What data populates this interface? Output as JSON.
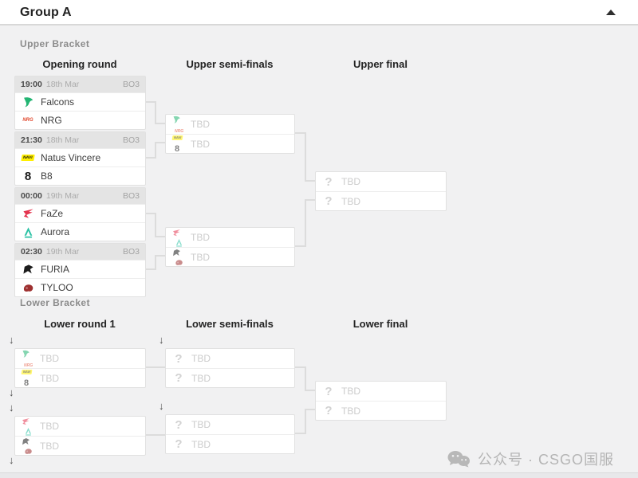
{
  "header": {
    "title": "Group A",
    "collapse_icon": "caret-up-icon"
  },
  "team_colors": {
    "falcons": "#23b573",
    "nrg": "#e1492f",
    "navi": "#ffef00",
    "b8": "#1a1a1a",
    "faze": "#e4354f",
    "aurora": "#2cc2a5",
    "furia": "#1c1c1c",
    "tyloo": "#9e3030",
    "tbd_text": "#cccccc",
    "connector": "#dcdcdc"
  },
  "upper_bracket": {
    "label": "Upper Bracket",
    "columns": [
      "Opening round",
      "Upper semi-finals",
      "Upper final"
    ],
    "opening_round": [
      {
        "time": "19:00",
        "date": "18th Mar",
        "format": "BO3",
        "teams": [
          {
            "name": "Falcons",
            "icon": "falcons-icon"
          },
          {
            "name": "NRG",
            "icon": "nrg-icon"
          }
        ]
      },
      {
        "time": "21:30",
        "date": "18th Mar",
        "format": "BO3",
        "teams": [
          {
            "name": "Natus Vincere",
            "icon": "navi-icon"
          },
          {
            "name": "B8",
            "icon": "b8-icon"
          }
        ]
      },
      {
        "time": "00:00",
        "date": "19th Mar",
        "format": "BO3",
        "teams": [
          {
            "name": "FaZe",
            "icon": "faze-icon"
          },
          {
            "name": "Aurora",
            "icon": "aurora-icon"
          }
        ]
      },
      {
        "time": "02:30",
        "date": "19th Mar",
        "format": "BO3",
        "teams": [
          {
            "name": "FURIA",
            "icon": "furia-icon"
          },
          {
            "name": "TYLOO",
            "icon": "tyloo-icon"
          }
        ]
      }
    ],
    "semi_finals": [
      {
        "teams": [
          {
            "name": "TBD",
            "possible": [
              "falcons-icon",
              "nrg-icon"
            ]
          },
          {
            "name": "TBD",
            "possible": [
              "navi-icon",
              "b8-icon"
            ]
          }
        ]
      },
      {
        "teams": [
          {
            "name": "TBD",
            "possible": [
              "faze-icon",
              "aurora-icon"
            ]
          },
          {
            "name": "TBD",
            "possible": [
              "furia-icon",
              "tyloo-icon"
            ]
          }
        ]
      }
    ],
    "final": {
      "teams": [
        {
          "name": "TBD",
          "icon": "unknown-team-icon"
        },
        {
          "name": "TBD",
          "icon": "unknown-team-icon"
        }
      ]
    }
  },
  "lower_bracket": {
    "label": "Lower Bracket",
    "columns": [
      "Lower round 1",
      "Lower semi-finals",
      "Lower final"
    ],
    "round1": [
      {
        "teams": [
          {
            "name": "TBD",
            "possible": [
              "falcons-icon",
              "nrg-icon"
            ]
          },
          {
            "name": "TBD",
            "possible": [
              "navi-icon",
              "b8-icon"
            ]
          }
        ]
      },
      {
        "teams": [
          {
            "name": "TBD",
            "possible": [
              "faze-icon",
              "aurora-icon"
            ]
          },
          {
            "name": "TBD",
            "possible": [
              "furia-icon",
              "tyloo-icon"
            ]
          }
        ]
      }
    ],
    "semi_finals": [
      {
        "teams": [
          {
            "name": "TBD",
            "icon": "unknown-team-icon"
          },
          {
            "name": "TBD",
            "icon": "unknown-team-icon"
          }
        ]
      },
      {
        "teams": [
          {
            "name": "TBD",
            "icon": "unknown-team-icon"
          },
          {
            "name": "TBD",
            "icon": "unknown-team-icon"
          }
        ]
      }
    ],
    "final": {
      "teams": [
        {
          "name": "TBD",
          "icon": "unknown-team-icon"
        },
        {
          "name": "TBD",
          "icon": "unknown-team-icon"
        }
      ]
    }
  },
  "watermark": {
    "icon": "wechat-icon",
    "text": "公众号 · CSGO国服"
  }
}
